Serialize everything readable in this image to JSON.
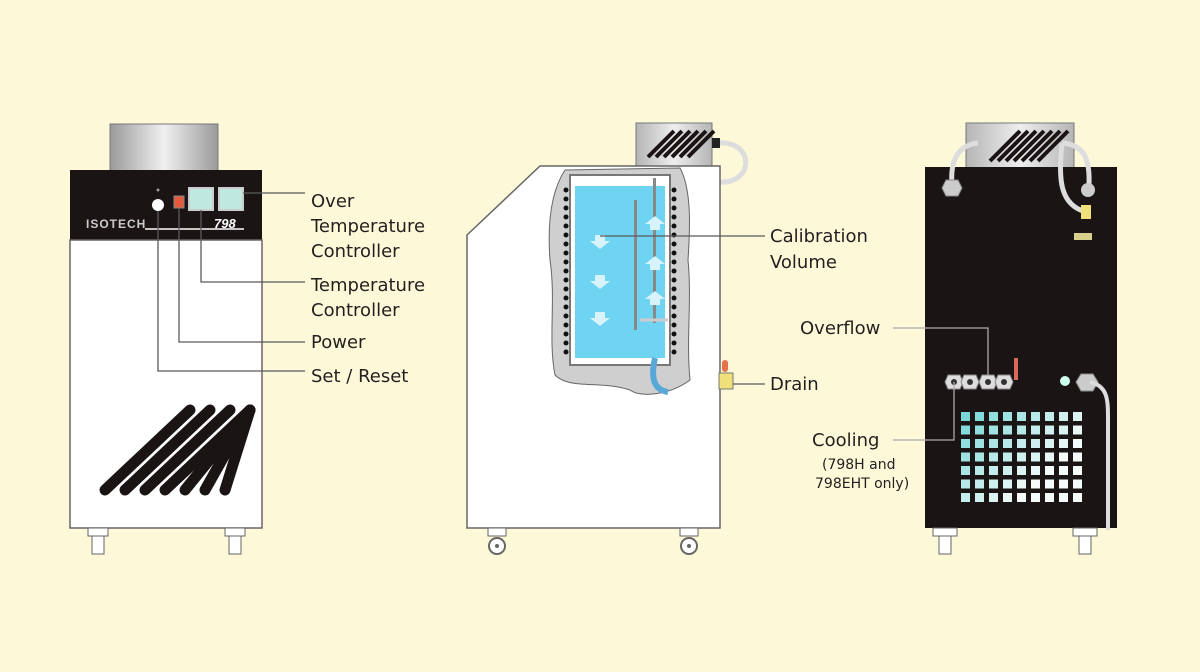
{
  "colors": {
    "background": "#fcf8d8",
    "water": "#6fd3f2",
    "panel": "#1a1415"
  },
  "front_unit": {
    "brand_logo": "ISOTECH",
    "model": "798"
  },
  "labels": {
    "over_temp_1": "Over",
    "over_temp_2": "Temperature",
    "over_temp_3": "Controller",
    "temp_ctrl_1": "Temperature",
    "temp_ctrl_2": "Controller",
    "power": "Power",
    "set_reset": "Set / Reset",
    "calibration_1": "Calibration",
    "calibration_2": "Volume",
    "drain": "Drain",
    "overflow": "Overflow",
    "cooling": "Cooling",
    "cooling_note_1": "(798H and",
    "cooling_note_2": "798EHT only)"
  }
}
